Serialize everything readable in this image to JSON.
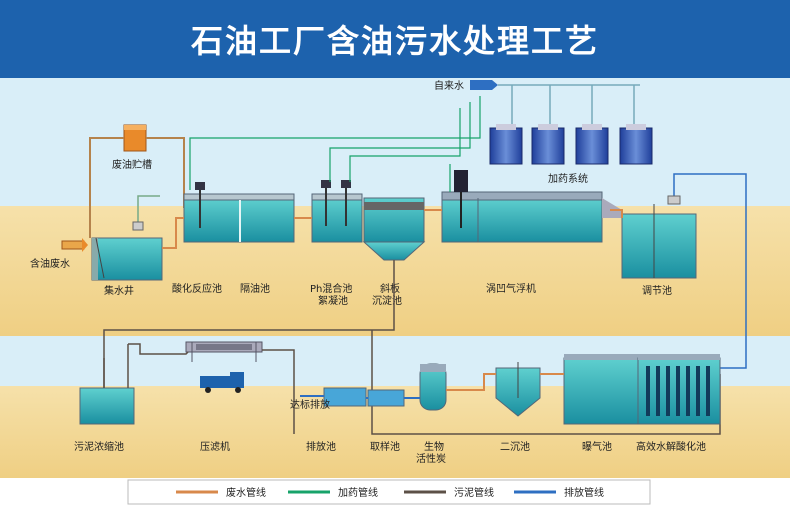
{
  "title": "石油工厂含油污水处理工艺",
  "colors": {
    "title_bg": "#1d62ad",
    "sky": "#d6ecf7",
    "ground": "#f3d99a",
    "water": "#2fb0b5",
    "wastewater_pipe": "#d8894b",
    "dosing_pipe": "#17a36a",
    "sludge_pipe": "#5c5047",
    "discharge_pipe": "#2e6fc2"
  },
  "labels": {
    "tap_water": "自来水",
    "oil_storage_tank": "废油贮槽",
    "dosing_system": "加药系统",
    "oily_wastewater": "含油废水",
    "collection_well": "集水井",
    "acidification_tank": "酸化反应池",
    "oil_separator": "隔油池",
    "ph_mixing_1": "Ph混合池",
    "ph_mixing_2": "絮凝池",
    "inclined_plate_1": "斜板",
    "inclined_plate_2": "沉淀池",
    "vortex_flotation": "涡凹气浮机",
    "regulating_tank": "调节池",
    "sludge_thickener": "污泥浓缩池",
    "filter_press": "压滤机",
    "discharge_standard": "达标排放",
    "discharge_pool": "排放池",
    "sampling_pool": "取样池",
    "bio_carbon_1": "生物",
    "bio_carbon_2": "活性炭",
    "secondary_clarifier": "二沉池",
    "aeration_tank": "曝气池",
    "hydrolysis_tank": "高效水解酸化池"
  },
  "legend": [
    {
      "label": "废水管线",
      "color": "#d8894b"
    },
    {
      "label": "加药管线",
      "color": "#17a36a"
    },
    {
      "label": "污泥管线",
      "color": "#5c5047"
    },
    {
      "label": "排放管线",
      "color": "#2e6fc2"
    }
  ]
}
